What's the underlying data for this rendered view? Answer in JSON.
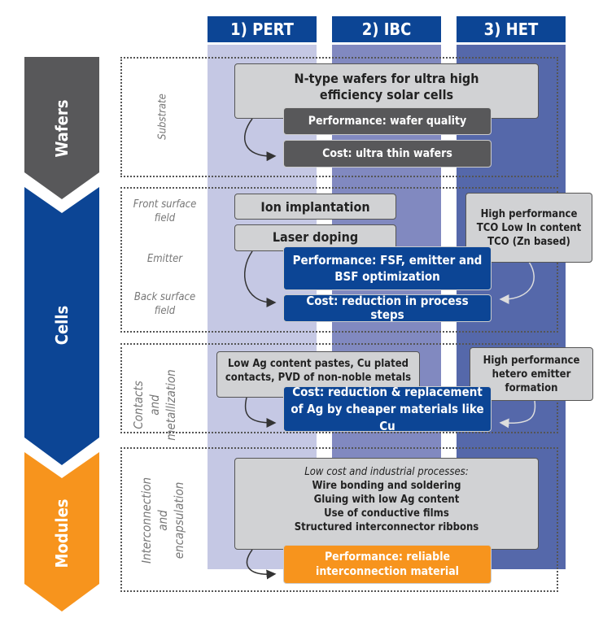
{
  "columns": [
    {
      "label": "1) PERT",
      "header_color": "#0c4595",
      "body_color": "#c5c8e4"
    },
    {
      "label": "2) IBC",
      "header_color": "#0c4595",
      "body_color": "#8189c0"
    },
    {
      "label": "3) HET",
      "header_color": "#0c4595",
      "body_color": "#5568aa"
    }
  ],
  "stages": [
    {
      "label": "Wafers",
      "color": "#58585a"
    },
    {
      "label": "Cells",
      "color": "#0c4595"
    },
    {
      "label": "Modules",
      "color": "#f7941d"
    }
  ],
  "sections": {
    "substrate": {
      "label": "Substrate"
    },
    "cells": {
      "front": "Front surface field",
      "emitter": "Emitter",
      "back": "Back surface field"
    },
    "contacts": {
      "label_1": "Contacts",
      "label_2": "and",
      "label_3": "metallization"
    },
    "modules": {
      "label_1": "Interconnection",
      "label_2": "and",
      "label_3": "encapsulation"
    }
  },
  "boxes": {
    "ntype": "N-type wafers for ultra high efficiency solar cells",
    "wafer_perf": "Performance: wafer quality",
    "wafer_cost": "Cost: ultra thin wafers",
    "ion": "Ion implantation",
    "laser": "Laser doping",
    "cell_perf": "Performance: FSF, emitter and BSF optimization",
    "cell_cost": "Cost: reduction in process steps",
    "tco": "High performance TCO Low In content TCO (Zn based)",
    "low_ag": "Low Ag content pastes, Cu plated contacts, PVD of non-noble metals",
    "ag_cost": "Cost: reduction & replacement of Ag by cheaper materials like Cu",
    "hetero": "High performance hetero emitter formation",
    "mod_title": "Low cost and industrial processes:",
    "mod_items": [
      "Wire bonding and soldering",
      "Gluing with low Ag content",
      "Use of conductive films",
      "Structured interconnector ribbons"
    ],
    "mod_perf": "Performance: reliable interconnection material"
  }
}
